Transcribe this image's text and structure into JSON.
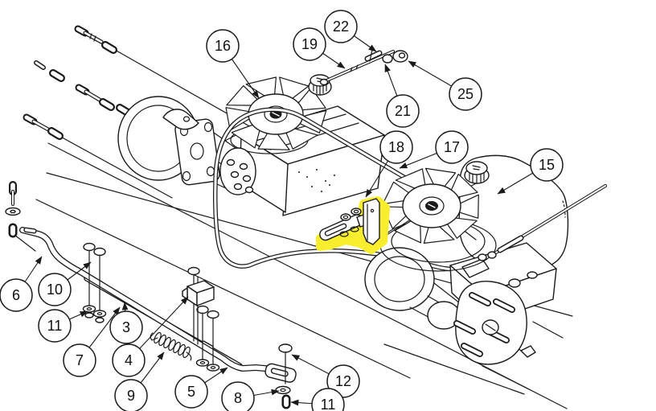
{
  "figure": {
    "background": "#ffffff",
    "line_color": "#1a1a1a",
    "highlight_color": "#f9ee2e",
    "highlighted_callout": "18"
  },
  "callouts": [
    {
      "label": "16"
    },
    {
      "label": "19"
    },
    {
      "label": "22"
    },
    {
      "label": "21"
    },
    {
      "label": "25"
    },
    {
      "label": "18"
    },
    {
      "label": "17"
    },
    {
      "label": "15"
    },
    {
      "label": "6"
    },
    {
      "label": "10"
    },
    {
      "label": "11"
    },
    {
      "label": "7"
    },
    {
      "label": "3"
    },
    {
      "label": "4"
    },
    {
      "label": "9"
    },
    {
      "label": "5"
    },
    {
      "label": "8"
    },
    {
      "label": "12"
    },
    {
      "label": "11"
    }
  ]
}
